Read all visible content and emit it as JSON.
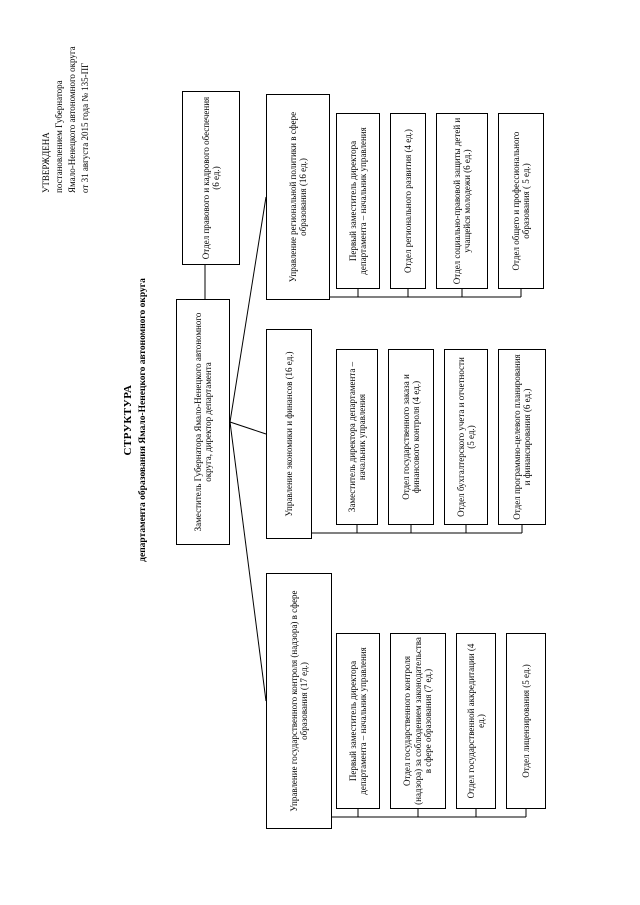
{
  "stamp": {
    "line1": "УТВЕРЖДЕНА",
    "line2": "постановлением Губернатора",
    "line3": "Ямало-Ненецкого автономного округа",
    "line4": "от 31 августа 2015 года № 135-ПГ"
  },
  "title": {
    "line1": "СТРУКТУРА",
    "line2": "департамента образования Ямало-Ненецкого автономного округа"
  },
  "org": {
    "director": "Заместитель Губернатора Ямало-Ненецкого автономного округа, директор департамента",
    "legal_dept": "Отдел правового и кадрового обеспечения (6 ед.)",
    "divisions": [
      {
        "title": "Управление государственного контроля (надзора) в сфере образования (17 ед.)",
        "units": [
          "Первый заместитель директора департамента – начальник управления",
          "Отдел государственного контроля (надзора) за соблюдением законодательства в сфере образования (7 ед.)",
          "Отдел государственной аккредитации (4 ед.)",
          "Отдел лицензирования (5 ед.)"
        ]
      },
      {
        "title": "Управление экономики и финансов (16 ед.)",
        "units": [
          "Заместитель директора департамента – начальник управления",
          "Отдел государственного заказа и финансового контроля (4 ед.)",
          "Отдел бухгалтерского учета и отчетности (5 ед.)",
          "Отдел программно-целевого планирования и финансирования (6 ед.)"
        ]
      },
      {
        "title": "Управление региональной политики в сфере образования (16 ед.)",
        "units": [
          "Первый заместитель директора департамента – начальник управления",
          "Отдел регионального развития (4 ед.)",
          "Отдел социально-правовой защиты детей и учащейся молодежи (6 ед.)",
          "Отдел общего и профессионального образования ( 5 ед.)"
        ]
      }
    ]
  }
}
